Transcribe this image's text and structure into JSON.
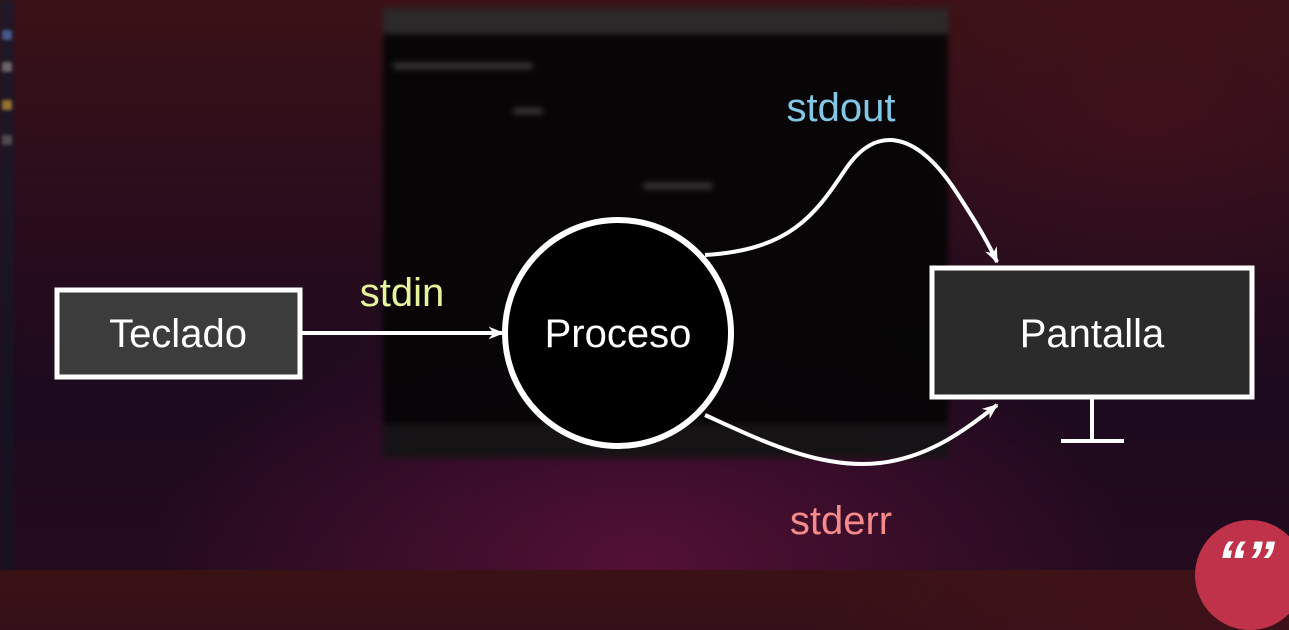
{
  "diagram": {
    "nodes": {
      "input": {
        "label": "Teclado"
      },
      "process": {
        "label": "Proceso"
      },
      "output": {
        "label": "Pantalla"
      }
    },
    "streams": {
      "stdin": {
        "label": "stdin",
        "color": "#e6f59b"
      },
      "stdout": {
        "label": "stdout",
        "color": "#82c8e6"
      },
      "stderr": {
        "label": "stderr",
        "color": "#f58a8a"
      }
    }
  },
  "colors": {
    "box_fill": "#3c3c3c",
    "screen_fill": "#2b2b2b",
    "stroke": "#ffffff",
    "process_fill": "#000000",
    "logo": "#c0324a"
  },
  "logo": {
    "icon": "quote-mark-logo",
    "text": "“”"
  }
}
